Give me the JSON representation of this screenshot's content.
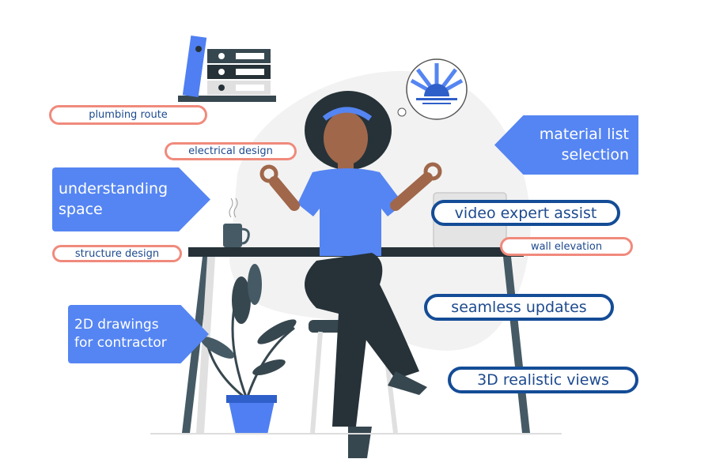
{
  "labels": {
    "plumbing_route": "plumbing route",
    "electrical_design": "electrical design",
    "understanding_space": "understanding space",
    "structure_design": "structure design",
    "drawings_2d": "2D drawings for contractor",
    "material_list": "material list selection",
    "video_expert": "video expert assist",
    "wall_elevation": "wall elevation",
    "seamless_updates": "seamless updates",
    "realistic_views_3d": "3D realistic views"
  },
  "colors": {
    "accent_blue": "#5585f2",
    "navy": "#144c96",
    "salmon": "#f08a7c",
    "dark": "#37474f"
  }
}
